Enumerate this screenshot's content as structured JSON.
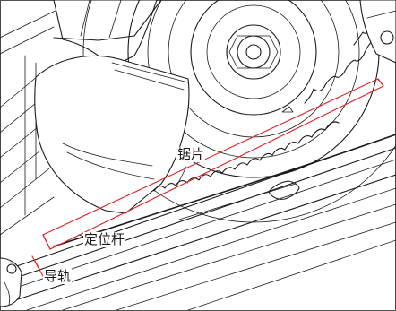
{
  "labels": {
    "blade": "锯片",
    "stop_bar": "定位杆",
    "guide_rail": "导轨"
  },
  "colors": {
    "line": "#1a1a1a",
    "highlight": "#e02020",
    "background": "#ffffff"
  }
}
